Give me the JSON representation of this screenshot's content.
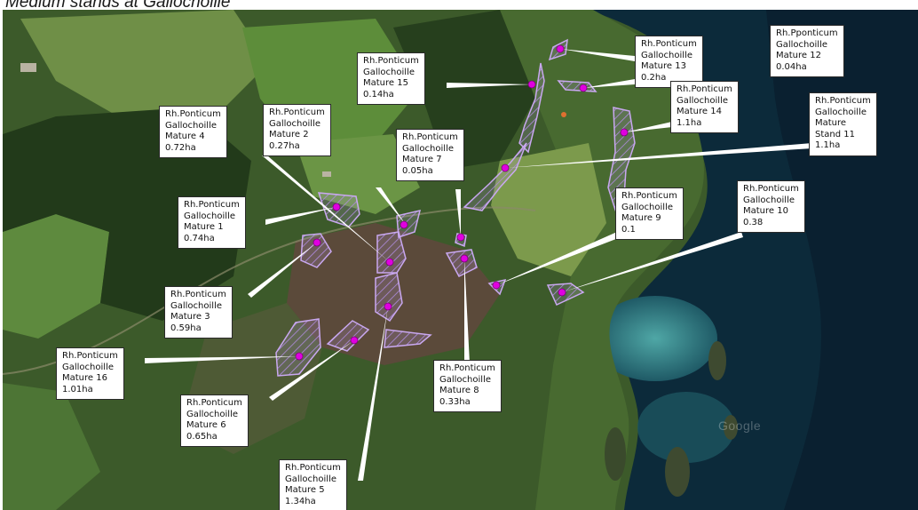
{
  "title": "Medium stands at Gallochoille",
  "watermark": "Google",
  "colors": {
    "stand_outline": "#c9a8f0",
    "stand_hatch": "#b08ce0",
    "marker": "#e000e0",
    "label_bg": "#ffffff",
    "label_border": "#2a2a2a"
  },
  "labels": [
    {
      "id": "mature-12",
      "lines": [
        "Rh.Pponticum",
        "Gallochoille",
        "Mature 12",
        "0.04ha"
      ]
    },
    {
      "id": "mature-13",
      "lines": [
        "Rh.Ponticum",
        "Gallochoille",
        "Mature 13",
        "0.2ha"
      ]
    },
    {
      "id": "mature-15",
      "lines": [
        "Rh.Ponticum",
        "Gallochoille",
        "Mature 15",
        "0.14ha"
      ]
    },
    {
      "id": "mature-14",
      "lines": [
        "Rh.Ponticum",
        "Gallochoille",
        "Mature 14",
        "1.1ha"
      ]
    },
    {
      "id": "mature-11",
      "lines": [
        "Rh.Ponticum",
        "Gallochoille",
        " Mature",
        "Stand 11",
        "1.1ha"
      ]
    },
    {
      "id": "mature-4",
      "lines": [
        "Rh.Ponticum",
        "Gallochoille",
        "Mature 4",
        "0.72ha"
      ]
    },
    {
      "id": "mature-2",
      "lines": [
        "Rh.Ponticum",
        "Gallochoille",
        "Mature 2",
        "0.27ha"
      ]
    },
    {
      "id": "mature-7",
      "lines": [
        "Rh.Ponticum",
        "Gallochoille",
        "Mature 7",
        "0.05ha"
      ]
    },
    {
      "id": "mature-9",
      "lines": [
        "Rh.Ponticum",
        "Gallochoille",
        "Mature 9",
        "0.1"
      ]
    },
    {
      "id": "mature-10",
      "lines": [
        "Rh.Ponticum",
        "Gallochoille",
        "Mature 10",
        "0.38"
      ]
    },
    {
      "id": "mature-1",
      "lines": [
        "Rh.Ponticum",
        "Gallochoille",
        "Mature 1",
        "0.74ha"
      ]
    },
    {
      "id": "mature-3",
      "lines": [
        "Rh.Ponticum",
        "Gallochoille",
        "Mature 3",
        "0.59ha"
      ]
    },
    {
      "id": "mature-16",
      "lines": [
        "Rh.Ponticum",
        "Gallochoille",
        "Mature 16",
        "1.01ha"
      ]
    },
    {
      "id": "mature-8",
      "lines": [
        "Rh.Ponticum",
        "Gallochoille",
        "Mature 8",
        "0.33ha"
      ]
    },
    {
      "id": "mature-6",
      "lines": [
        "Rh.Ponticum",
        "Gallochoille",
        "Mature 6",
        "0.65ha"
      ]
    },
    {
      "id": "mature-5",
      "lines": [
        "Rh.Ponticum",
        "Gallochoille",
        "Mature 5",
        "1.34ha"
      ]
    }
  ]
}
